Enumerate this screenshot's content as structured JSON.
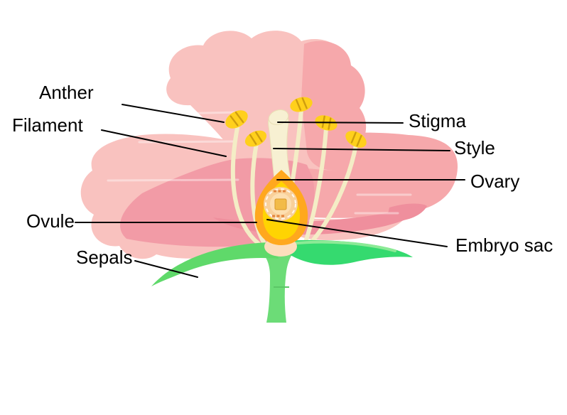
{
  "labels": {
    "anther": "Anther",
    "filament": "Filament",
    "ovule": "Ovule",
    "sepals": "Sepals",
    "stigma": "Stigma",
    "style": "Style",
    "ovary": "Ovary",
    "embryo_sac": "Embryo sac"
  },
  "colors": {
    "background": "#ffffff",
    "label_text": "#000000",
    "leader_line": "#000000",
    "petal_light": "#f9c2bf",
    "petal_mid": "#f6a8ab",
    "petal_dark": "#f29ba6",
    "petal_deep": "#ef8f9d",
    "filament_cream": "#f4edc6",
    "pistil_cream": "#f7f0d2",
    "anther_gold": "#ffd01c",
    "anther_stripe": "#c9980e",
    "ovary_outer": "#ffa81e",
    "ovary_inner": "#ffd402",
    "ovule_fill": "#f9d09a",
    "ovule_core": "#fddfb0",
    "ovule_rect": "#f2bb49",
    "receptacle": "#fcdebc",
    "sepal_green": "#5fd96a",
    "sepal_bright": "#35da6f",
    "sepal_highlight": "#8cea96",
    "stem_green": "#6cdc77"
  }
}
